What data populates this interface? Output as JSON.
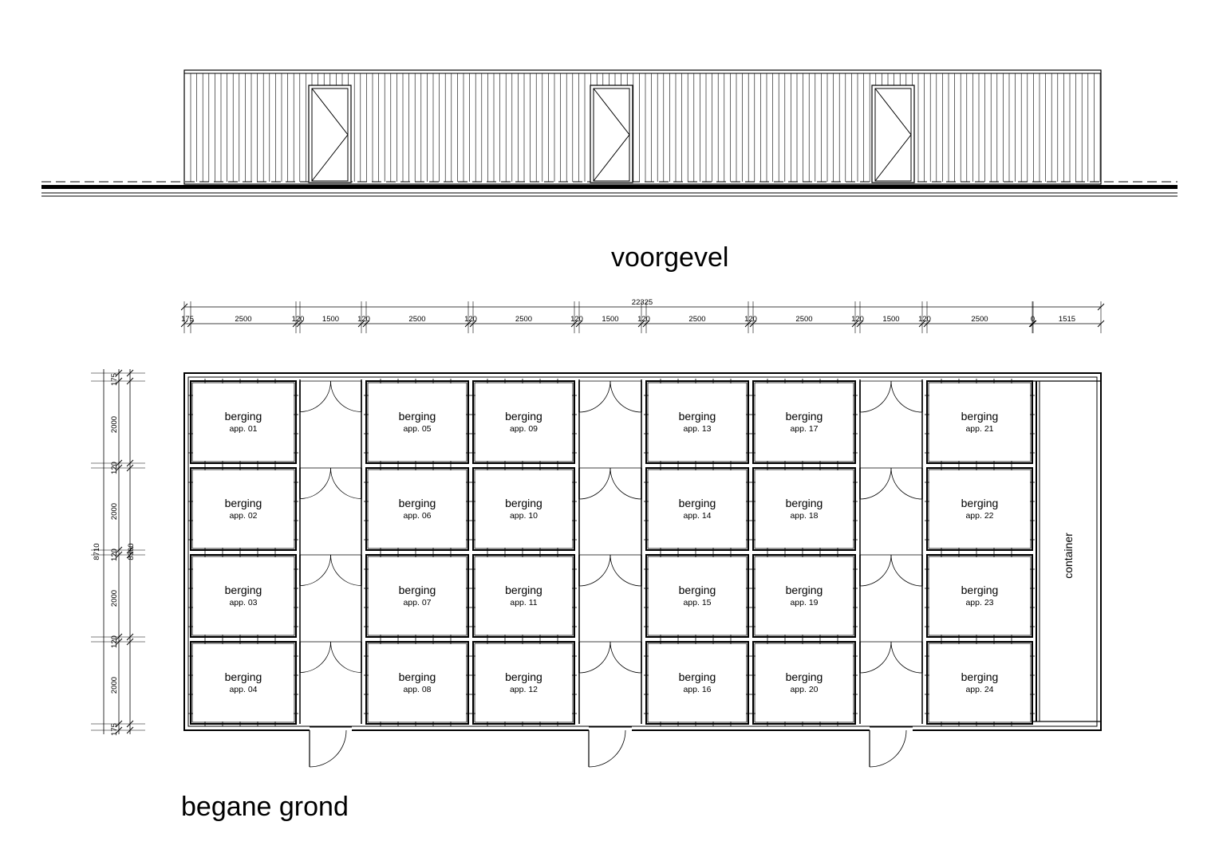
{
  "titles": {
    "elevation": "voorgevel",
    "floor_plan": "begane grond"
  },
  "top_dimensions": {
    "total": "22325",
    "segments": [
      "175",
      "2500",
      "120",
      "1500",
      "120",
      "2500",
      "120",
      "2500",
      "120",
      "1500",
      "120",
      "2500",
      "120",
      "2500",
      "120",
      "1500",
      "120",
      "2500",
      "0",
      "1515"
    ]
  },
  "left_dimensions": {
    "total": "8710",
    "inner": "8360",
    "segments": [
      "175",
      "2000",
      "120",
      "2000",
      "120",
      "2000",
      "120",
      "2000",
      "175"
    ]
  },
  "rooms": [
    {
      "label": "berging",
      "app": "app. 01"
    },
    {
      "label": "berging",
      "app": "app. 02"
    },
    {
      "label": "berging",
      "app": "app. 03"
    },
    {
      "label": "berging",
      "app": "app. 04"
    },
    {
      "label": "berging",
      "app": "app. 05"
    },
    {
      "label": "berging",
      "app": "app. 06"
    },
    {
      "label": "berging",
      "app": "app. 07"
    },
    {
      "label": "berging",
      "app": "app. 08"
    },
    {
      "label": "berging",
      "app": "app. 09"
    },
    {
      "label": "berging",
      "app": "app. 10"
    },
    {
      "label": "berging",
      "app": "app. 11"
    },
    {
      "label": "berging",
      "app": "app. 12"
    },
    {
      "label": "berging",
      "app": "app. 13"
    },
    {
      "label": "berging",
      "app": "app. 14"
    },
    {
      "label": "berging",
      "app": "app. 15"
    },
    {
      "label": "berging",
      "app": "app. 16"
    },
    {
      "label": "berging",
      "app": "app. 17"
    },
    {
      "label": "berging",
      "app": "app. 18"
    },
    {
      "label": "berging",
      "app": "app. 19"
    },
    {
      "label": "berging",
      "app": "app. 20"
    },
    {
      "label": "berging",
      "app": "app. 21"
    },
    {
      "label": "berging",
      "app": "app. 22"
    },
    {
      "label": "berging",
      "app": "app. 23"
    },
    {
      "label": "berging",
      "app": "app. 24"
    }
  ],
  "container": {
    "label": "container"
  }
}
